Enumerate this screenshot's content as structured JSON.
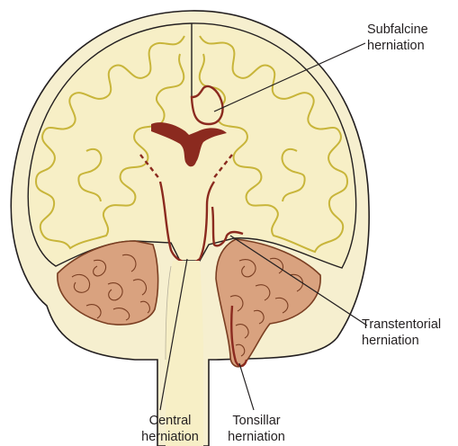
{
  "labels": {
    "subfalcine": {
      "line1": "Subfalcine",
      "line2": "herniation"
    },
    "transtentorial": {
      "line1": "Transtentorial",
      "line2": "herniation"
    },
    "central": {
      "line1": "Central",
      "line2": "herniation"
    },
    "tonsillar": {
      "line1": "Tonsillar",
      "line2": "herniation"
    }
  },
  "colors": {
    "skull_fill": "#f6efcf",
    "brain_fill": "#f7efc6",
    "gyri_line": "#c8b53a",
    "outline": "#231f20",
    "herniation": "#8b2a1f",
    "cerebellum_fill": "#d9a27f",
    "cerebellum_line": "#7a3e22"
  }
}
